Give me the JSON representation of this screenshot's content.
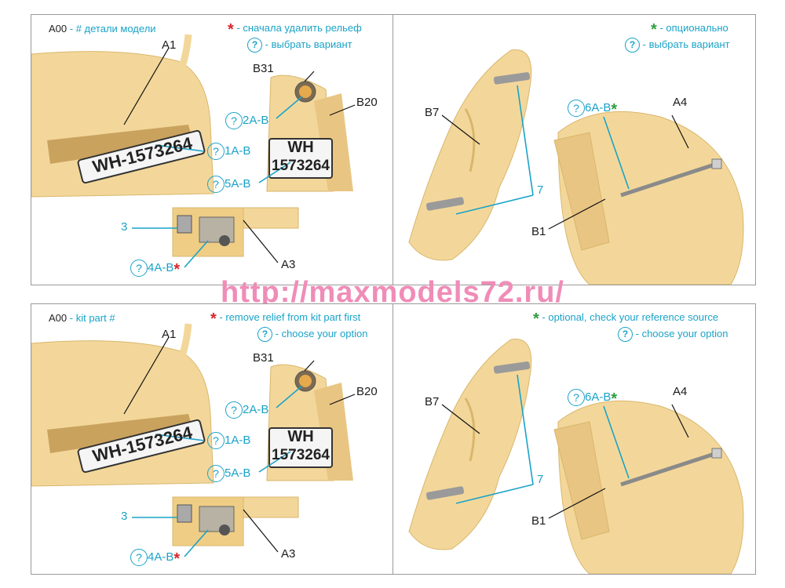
{
  "colors": {
    "resin": "#f3d79a",
    "resin_dark": "#d9b66c",
    "callout": "#1aa3c8",
    "red_star": "#d9262c",
    "green_star": "#2e9e3f",
    "watermark": "#f08cb8"
  },
  "watermark": "http://maxmodels72.ru/",
  "panels": {
    "ru_left": {
      "code": "A00",
      "code_desc": "- # детали модели",
      "star_note": "- сначала удалить рельеф",
      "q_note": "- выбрать вариант",
      "plate_long": "WH-1573264",
      "plate_top": "WH",
      "plate_bottom": "1573264",
      "parts": {
        "a1": "A1",
        "b31": "B31",
        "b20": "B20",
        "a3": "A3"
      },
      "callouts": {
        "c2": "2A-B",
        "c1": "1A-B",
        "c5": "5A-B",
        "c4": "4A-B",
        "n3": "3"
      }
    },
    "ru_right": {
      "star_note": "- опционально",
      "q_note": "- выбрать вариант",
      "parts": {
        "b7": "B7",
        "a4": "A4",
        "b1": "B1"
      },
      "callouts": {
        "c6": "6A-B",
        "n7": "7"
      }
    },
    "en_left": {
      "code": "A00",
      "code_desc": "- kit part #",
      "star_note": "- remove relief from kit part first",
      "q_note": "- choose your option",
      "plate_long": "WH-1573264",
      "plate_top": "WH",
      "plate_bottom": "1573264",
      "parts": {
        "a1": "A1",
        "b31": "B31",
        "b20": "B20",
        "a3": "A3"
      },
      "callouts": {
        "c2": "2A-B",
        "c1": "1A-B",
        "c5": "5A-B",
        "c4": "4A-B",
        "n3": "3"
      }
    },
    "en_right": {
      "star_note": "- optional, check your reference source",
      "q_note": "- choose your option",
      "parts": {
        "b7": "B7",
        "a4": "A4",
        "b1": "B1"
      },
      "callouts": {
        "c6": "6A-B",
        "n7": "7"
      }
    }
  },
  "symbols": {
    "star": "*",
    "question": "?"
  }
}
